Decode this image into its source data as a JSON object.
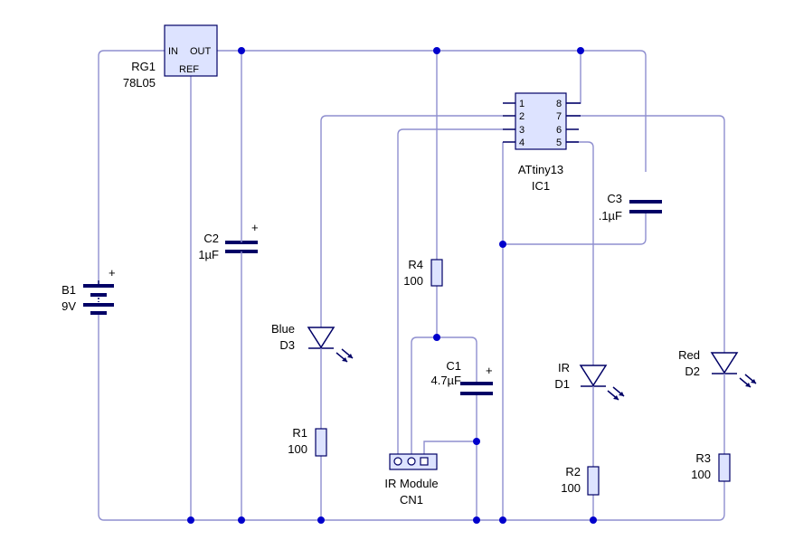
{
  "regulator": {
    "ref": "RG1",
    "value": "78L05",
    "pin_in": "IN",
    "pin_out": "OUT",
    "pin_ref": "REF"
  },
  "battery": {
    "ref": "B1",
    "value": "9V",
    "polarity": "+"
  },
  "c2": {
    "ref": "C2",
    "value": "1µF",
    "polarity": "+"
  },
  "c1": {
    "ref": "C1",
    "value": "4.7µF",
    "polarity": "+"
  },
  "c3": {
    "ref": "C3",
    "value": ".1µF"
  },
  "d3": {
    "name": "Blue",
    "ref": "D3"
  },
  "d1": {
    "name": "IR",
    "ref": "D1"
  },
  "d2": {
    "name": "Red",
    "ref": "D2"
  },
  "r1": {
    "ref": "R1",
    "value": "100"
  },
  "r2": {
    "ref": "R2",
    "value": "100"
  },
  "r3": {
    "ref": "R3",
    "value": "100"
  },
  "r4": {
    "ref": "R4",
    "value": "100"
  },
  "ic": {
    "name": "ATtiny13",
    "ref": "IC1",
    "pins": [
      "1",
      "2",
      "3",
      "4",
      "8",
      "7",
      "6",
      "5"
    ]
  },
  "cn1": {
    "name": "IR Module",
    "ref": "CN1"
  },
  "colors": {
    "wire": "#8f8fcf",
    "component": "#000066",
    "junction": "#0000cc",
    "fill": "#dde3ff"
  }
}
